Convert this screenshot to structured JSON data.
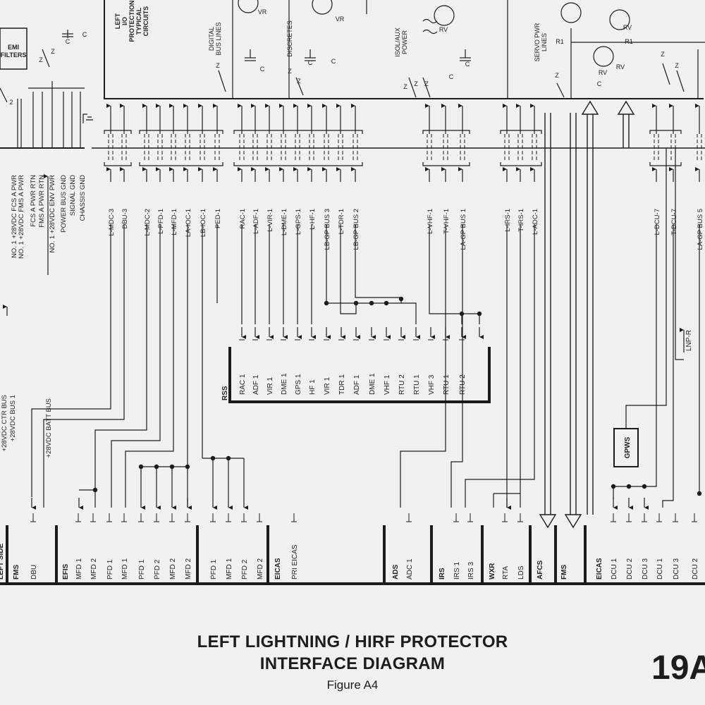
{
  "title": {
    "line1": "LEFT LIGHTNING / HIRF PROTECTOR",
    "line2": "INTERFACE DIAGRAM",
    "figure": "Figure A4",
    "page": "19A"
  },
  "protector": {
    "heading": "LEFT\nI/O\nPROTECTION\nTYPICAL\nCIRCUITS",
    "circuits": [
      "DIGITAL\nBUS LINES",
      "DISCRETES",
      "ISOL/AUX\nPOWER",
      "SERVO PWR\nLINES"
    ],
    "parts": [
      "C",
      "C",
      "Z",
      "VR",
      "Z",
      "C",
      "Z",
      "VR",
      "Z",
      "C",
      "RV",
      "RV",
      "Z",
      "RV",
      "R1",
      "R1",
      "Z",
      "C",
      "EMI\nFILTERS",
      "Z",
      "C",
      "C",
      "Z",
      "Z",
      "Z",
      "C",
      "RV",
      "Z",
      "2"
    ]
  },
  "power_lines": [
    "NO. 1 +28VDC FCS A PWR",
    "NO. 1 +28VDC FMS A PWR",
    "FCS A PWR RTN",
    "FMS A PWR RTN",
    "NO. 1 +28VDC ENV PWR",
    "POWER BUS GND",
    "SIGNAL GND",
    "CHASSIS GND"
  ],
  "left_bus_labels": [
    "+28VDC CTR BUS",
    "+28VDC BUS 1",
    "+28VDC BATT BUS"
  ],
  "signals": [
    "L-MDC-3",
    "DBU-3",
    "L-MDC-2",
    "L-PFD-1",
    "L-MFD-1",
    "LA-IOC-1",
    "LB-IOC-1",
    "PED-1",
    "RAC-1",
    "L-ADF-1",
    "L-VIR-1",
    "L-DME-1",
    "L-GPS-1",
    "L-HF-1",
    "LB-GP BUS 3",
    "L-TDR-1",
    "LB-GP BUS 2",
    "L-VHF-1",
    "T-VHF-1",
    "LA-GP BUS 1",
    "L-IRS-1",
    "T-IRS-1",
    "L-ADC-1",
    "L-DCU-7",
    "T-DCU-7",
    "LA-GP BUS 5"
  ],
  "rss": {
    "label": "RSS",
    "ports": [
      "RAC 1",
      "ADF 1",
      "VIR 1",
      "DME 1",
      "GPS 1",
      "HF 1",
      "VIR 1",
      "TDR 1",
      "ADF 1",
      "DME 1",
      "VHF 1",
      "RTU 2",
      "RTU 1",
      "VHF 3",
      "RTU 1",
      "RTU 2"
    ]
  },
  "gpws": "GPWS",
  "lnp": "LNP-R",
  "bottom_groups": [
    {
      "label": "LEFT SIDE",
      "ports": []
    },
    {
      "label": "FMS",
      "ports": [
        "DBU"
      ]
    },
    {
      "label": "EFIS",
      "ports": [
        "MFD 1",
        "MFD 2",
        "PFD 1",
        "MFD 1",
        "PFD 1",
        "PFD 2",
        "MFD 2",
        "MFD 2"
      ]
    },
    {
      "label": "",
      "ports": [
        "PFD 1",
        "MFD 1",
        "PFD 2",
        "MFD 2"
      ]
    },
    {
      "label": "EICAS",
      "ports": [
        "PRI EICAS"
      ]
    },
    {
      "label": "ADS",
      "ports": [
        "ADC 1"
      ]
    },
    {
      "label": "IRS",
      "ports": [
        "IRS 1",
        "IRS 3"
      ]
    },
    {
      "label": "WXR",
      "ports": [
        "RTA",
        "LDS"
      ]
    },
    {
      "label": "AFCS",
      "ports": []
    },
    {
      "label": "FMS",
      "ports": []
    },
    {
      "label": "EICAS",
      "ports": [
        "DCU 1",
        "DCU 2",
        "DCU 3",
        "DCU 1",
        "DCU 3",
        "DCU 2"
      ]
    }
  ]
}
